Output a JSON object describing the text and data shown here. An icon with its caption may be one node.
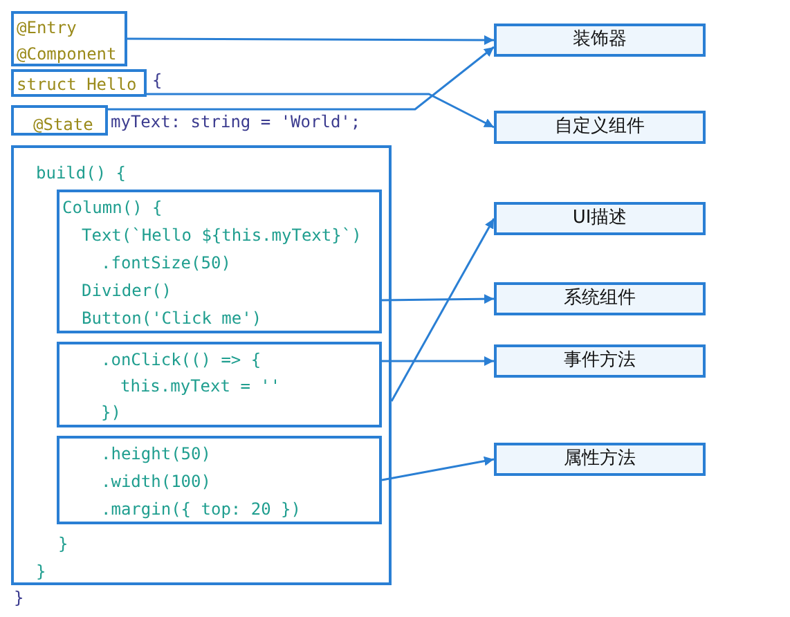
{
  "diagram": {
    "nodes": [
      {
        "text": [
          "@Entry",
          "@Component"
        ]
      },
      {
        "text": [
          "struct Hello"
        ]
      },
      {
        "text": [
          "@State"
        ]
      },
      {
        "text": [
          "build() {",
          "}",
          "}"
        ]
      },
      {
        "text": [
          "Column() {",
          "Text(`Hello ${this.myText}`)",
          ".fontSize(50)",
          "Divider()",
          "Button('Click me')"
        ],
        "in": 3
      },
      {
        "text": [
          ".onClick(() => {",
          "this.myText = ''",
          "})"
        ],
        "in": 3
      },
      {
        "text": [
          ".height(50)",
          ".width(100)",
          ".margin({ top: 20 })"
        ],
        "in": 3
      },
      {
        "text": [
          "装饰器"
        ]
      },
      {
        "text": [
          "自定义组件"
        ]
      },
      {
        "text": [
          "UI描述"
        ]
      },
      {
        "text": [
          "系统组件"
        ]
      },
      {
        "text": [
          "事件方法"
        ]
      },
      {
        "text": [
          "属性方法"
        ]
      }
    ],
    "edges": [
      {
        "from": 0,
        "to": 7,
        "arrow": "to"
      },
      {
        "from": 2,
        "to": 7,
        "arrow": "to"
      },
      {
        "from": 1,
        "to": 8,
        "arrow": "to"
      },
      {
        "from": 3,
        "to": 9,
        "arrow": "to"
      },
      {
        "from": 4,
        "to": 10,
        "arrow": "to"
      },
      {
        "from": 5,
        "to": 11,
        "arrow": "to"
      },
      {
        "from": 6,
        "to": 12,
        "arrow": "to"
      }
    ],
    "labels": [
      "{",
      "myText: string = 'World';",
      "}"
    ]
  }
}
